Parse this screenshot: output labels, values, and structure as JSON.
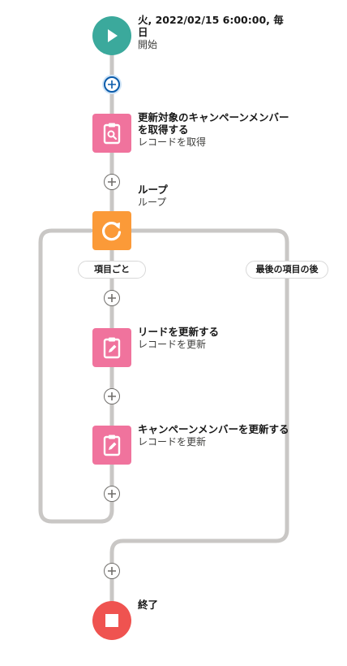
{
  "flow": {
    "start": {
      "title": "火, 2022/02/15 6:00:00, 毎日",
      "subtitle": "開始",
      "color": "#3ba99c"
    },
    "get_records": {
      "title": "更新対象のキャンペーンメンバーを取得する",
      "subtitle": "レコードを取得",
      "color": "#f0739d",
      "icon": "search-clipboard-icon"
    },
    "loop": {
      "title": "ループ",
      "subtitle": "ループ",
      "color": "#fb9a38",
      "icon": "loop-arrow-icon"
    },
    "branch_each": {
      "label": "項目ごと"
    },
    "branch_after": {
      "label": "最後の項目の後"
    },
    "update_lead": {
      "title": "リードを更新する",
      "subtitle": "レコードを更新",
      "color": "#f0739d",
      "icon": "edit-clipboard-icon"
    },
    "update_member": {
      "title": "キャンペーンメンバーを更新する",
      "subtitle": "レコードを更新",
      "color": "#f0739d",
      "icon": "edit-clipboard-icon"
    },
    "end": {
      "title": "終了",
      "color": "#ef5350",
      "icon": "stop-icon"
    }
  },
  "colors": {
    "connector": "#c9c7c5",
    "add_button_border": "#706e6b",
    "focus": "#0b5cab"
  }
}
